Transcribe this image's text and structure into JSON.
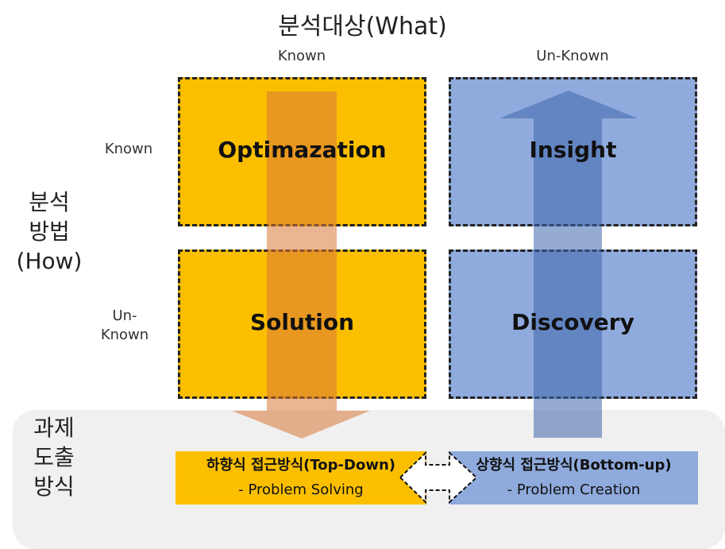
{
  "title": "분석대상(What)",
  "columns": [
    "Known",
    "Un-Known"
  ],
  "rows": [
    "Known",
    "Un-\nKnown"
  ],
  "side_label": [
    "분석",
    "방법",
    "(How)"
  ],
  "bottom_side_label": [
    "과제",
    "도출",
    "방식"
  ],
  "cells": {
    "optimization": "Optimazation",
    "insight": "Insight",
    "solution": "Solution",
    "discovery": "Discovery"
  },
  "approaches": {
    "top_down": {
      "title": "하향식 접근방식(Top-Down)",
      "subtitle": "- Problem Solving"
    },
    "bottom_up": {
      "title": "상향식 접근방식(Bottom-up)",
      "subtitle": "- Problem Creation"
    }
  },
  "colors": {
    "yellow": "#fbbf00",
    "blue": "#8faadc",
    "orange_arrow": "#e08a10",
    "blue_arrow": "#5a7fc0"
  }
}
